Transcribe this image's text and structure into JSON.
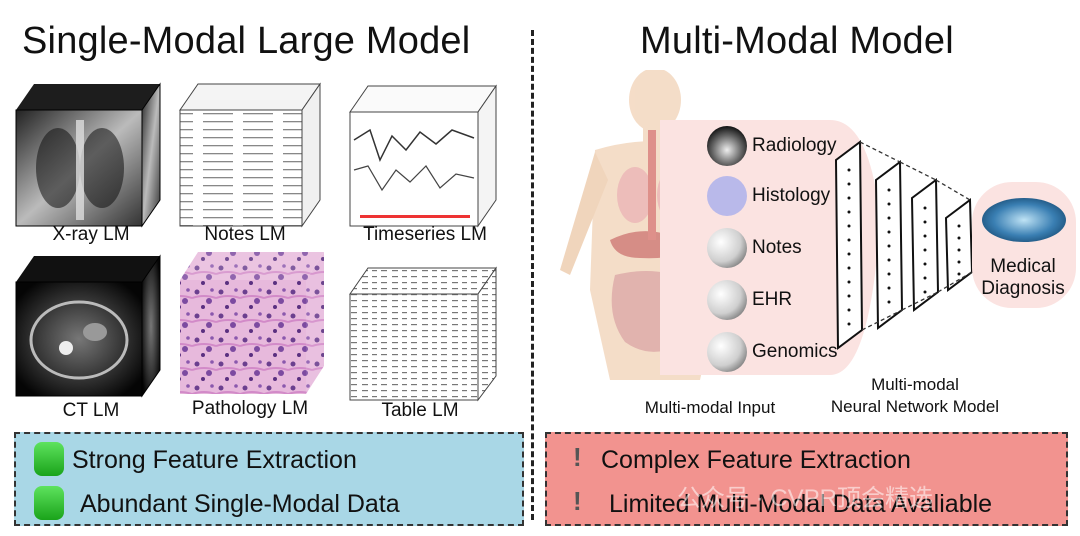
{
  "left": {
    "title": "Single-Modal Large Model",
    "cubes": [
      {
        "label": "X-ray LM"
      },
      {
        "label": "Notes LM"
      },
      {
        "label": "Timeseries LM"
      },
      {
        "label": "CT LM"
      },
      {
        "label": "Pathology LM"
      },
      {
        "label": "Table LM"
      }
    ],
    "features": [
      "Strong Feature Extraction",
      "Abundant Single-Modal Data"
    ],
    "colors": {
      "box": "#a9d7e6",
      "mark": "#33c233"
    }
  },
  "right": {
    "title": "Multi-Modal Model",
    "modalities": [
      "Radiology",
      "Histology",
      "Notes",
      "EHR",
      "Genomics"
    ],
    "input_caption": "Multi-modal Input",
    "network_caption": "Multi-modal\nNeural Network Model",
    "output_label": "Medical\nDiagnosis",
    "features": [
      "Complex Feature Extraction",
      "Limited Multi-Modal Data Avaliable"
    ],
    "warning_mark": "!",
    "colors": {
      "box": "#f2938f",
      "panel": "#fbe3e1"
    }
  },
  "watermark": "公众号 · CVPR顶会精选"
}
